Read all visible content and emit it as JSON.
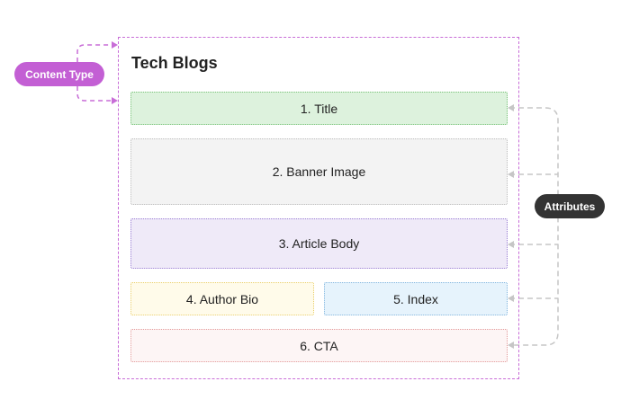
{
  "frame": {
    "title": "Tech Blogs"
  },
  "blocks": {
    "title": "1. Title",
    "banner": "2. Banner Image",
    "body": "3. Article Body",
    "author": "4. Author Bio",
    "index": "5. Index",
    "cta": "6. CTA"
  },
  "labels": {
    "content_type": "Content Type",
    "attributes": "Attributes"
  },
  "colors": {
    "content_type": "#c35fd4",
    "attributes": "#333333"
  }
}
